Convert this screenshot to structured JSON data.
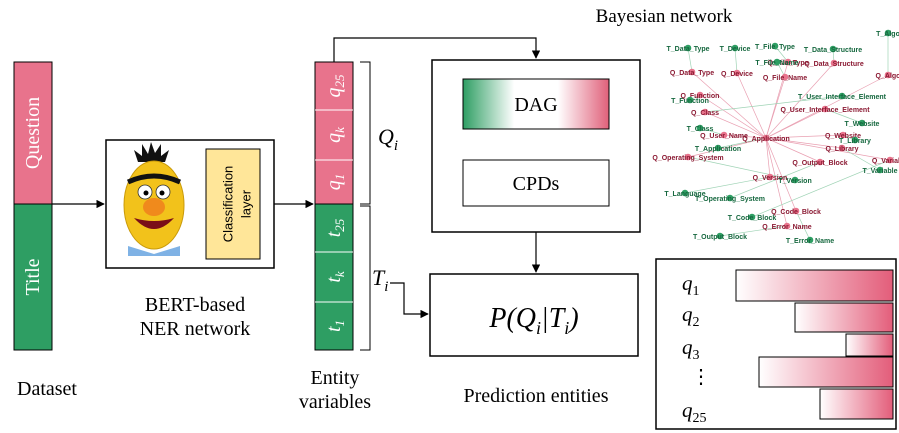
{
  "dataset": {
    "question": "Question",
    "title": "Title",
    "label": "Dataset"
  },
  "bert": {
    "classification_layer": "Classification layer",
    "label_line1": "BERT-based",
    "label_line2": "NER network"
  },
  "entity": {
    "q_vars": [
      "q25",
      "qk",
      "q1"
    ],
    "t_vars": [
      "t25",
      "tk",
      "t1"
    ],
    "Q_label": "Q_i",
    "T_label": "T_i",
    "label_line1": "Entity",
    "label_line2": "variables"
  },
  "bayes": {
    "title": "Bayesian network",
    "dag": "DAG",
    "cpds": "CPDs"
  },
  "prediction": {
    "formula": "P(Q_i|T_i)",
    "label": "Prediction entities"
  },
  "chart_rows": [
    "q1",
    "q2",
    "q3",
    "⋮",
    "q25"
  ],
  "graph_nodes_t": [
    "T_Data_Type",
    "T_Device",
    "T_File_Type",
    "T_Data_Structure",
    "T_File_Name",
    "T_Function",
    "T_User_Interface_Element",
    "T_Website",
    "T_Class",
    "T_Application",
    "T_Library",
    "T_Variable",
    "T_Version",
    "T_Operating_System",
    "T_Language",
    "T_Code_Block",
    "T_Error_Name",
    "T_Output_Block",
    "T_Algo"
  ],
  "graph_nodes_q": [
    "Q_Data_Type",
    "Q_Device",
    "Q_File_Type",
    "Q_Data_Structure",
    "Q_File_Name",
    "Q_Function",
    "Q_Class",
    "Q_User_Interface_Element",
    "Q_User_Name",
    "Q_Application",
    "Q_Website",
    "Q_Library",
    "Q_Operating_System",
    "Q_Output_Block",
    "Q_Version",
    "Q_Variable",
    "Q_Code_Block",
    "Q_Error_Name",
    "Q_Algo"
  ],
  "colors": {
    "pink": "#e8738c",
    "green": "#2e9e63",
    "label_yellow": "#ffe699"
  }
}
